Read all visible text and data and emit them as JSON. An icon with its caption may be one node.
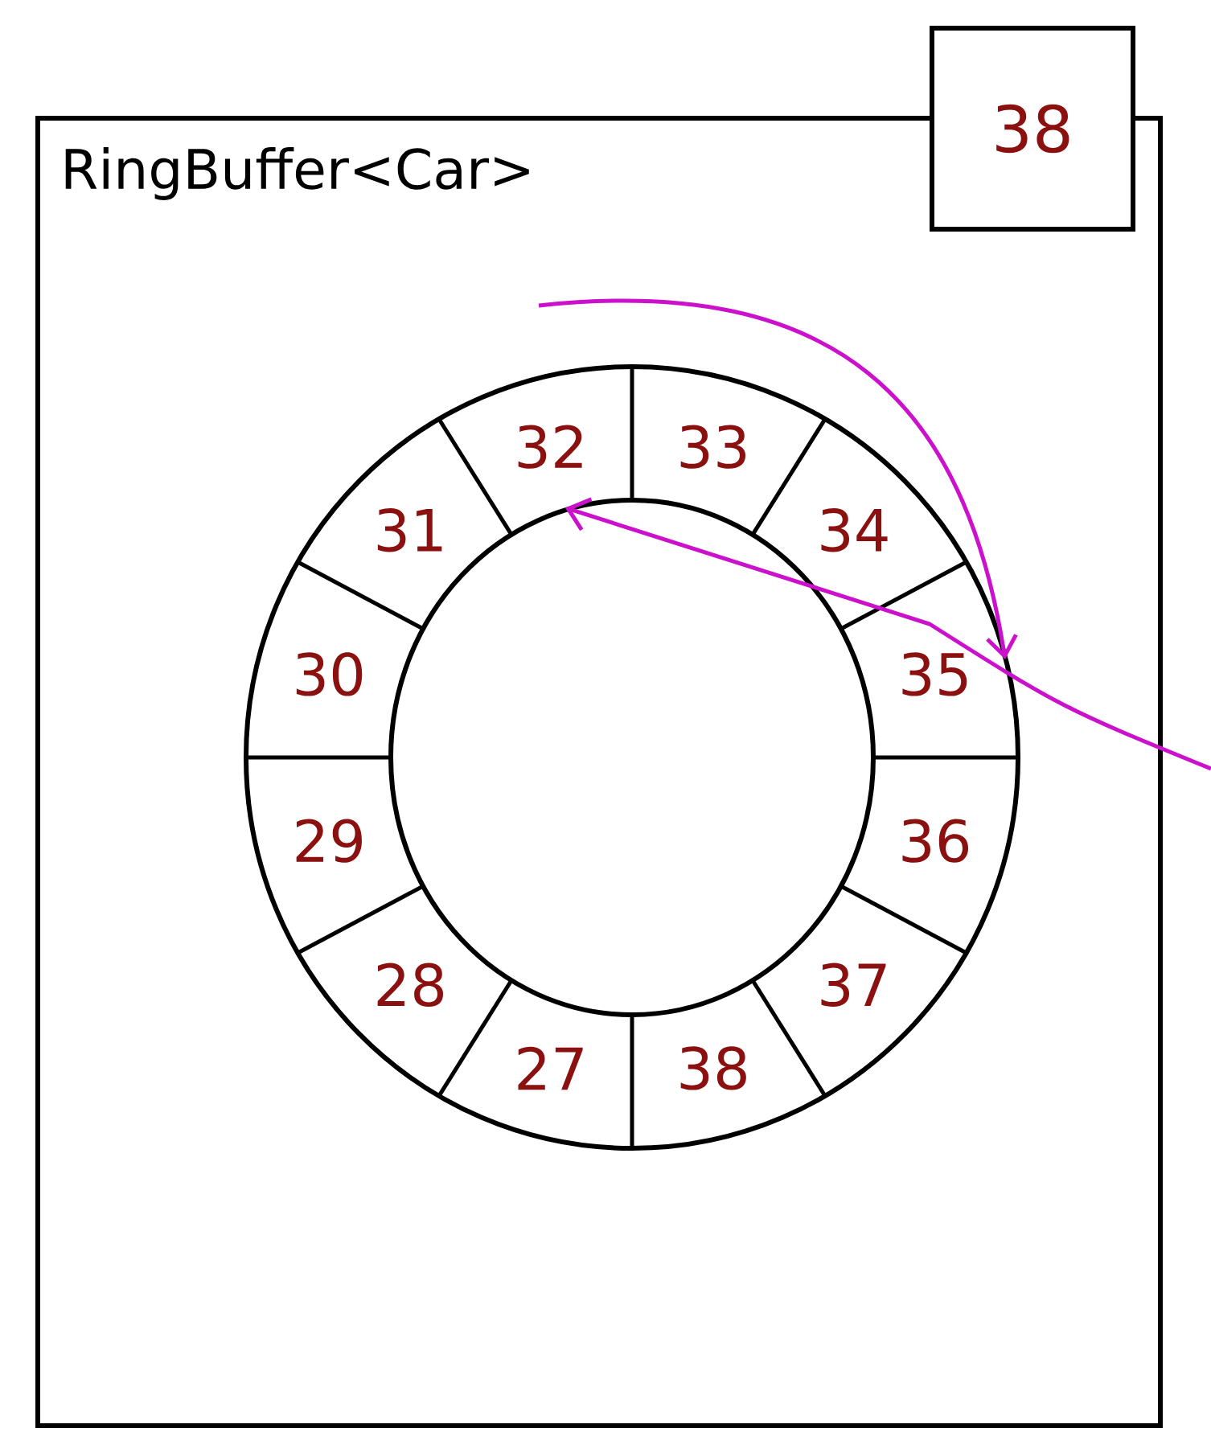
{
  "diagram": {
    "nodes": [
      {
        "text": [
          "RingBuffer<Car>"
        ]
      },
      {
        "text": [
          "38"
        ]
      },
      {
        "text": [],
        "shape": "circle",
        "in": 0
      },
      {
        "text": [],
        "shape": "circle",
        "in": 2
      },
      {
        "text": [
          "32"
        ],
        "in": 2
      },
      {
        "text": [
          "33"
        ],
        "in": 2
      },
      {
        "text": [
          "31"
        ],
        "in": 2
      },
      {
        "text": [
          "34"
        ],
        "in": 2
      },
      {
        "text": [
          "30"
        ],
        "in": 2
      },
      {
        "text": [
          "35"
        ],
        "in": 2
      },
      {
        "text": [
          "29"
        ],
        "in": 2
      },
      {
        "text": [
          "36"
        ],
        "in": 2
      },
      {
        "text": [
          "28"
        ],
        "in": 2
      },
      {
        "text": [
          "37"
        ],
        "in": 2
      },
      {
        "text": [
          "27"
        ],
        "in": 2
      },
      {
        "text": [
          "38"
        ],
        "in": 2
      }
    ],
    "edges": [
      {
        "from": null,
        "to": 3,
        "arrow": "to"
      }
    ]
  }
}
